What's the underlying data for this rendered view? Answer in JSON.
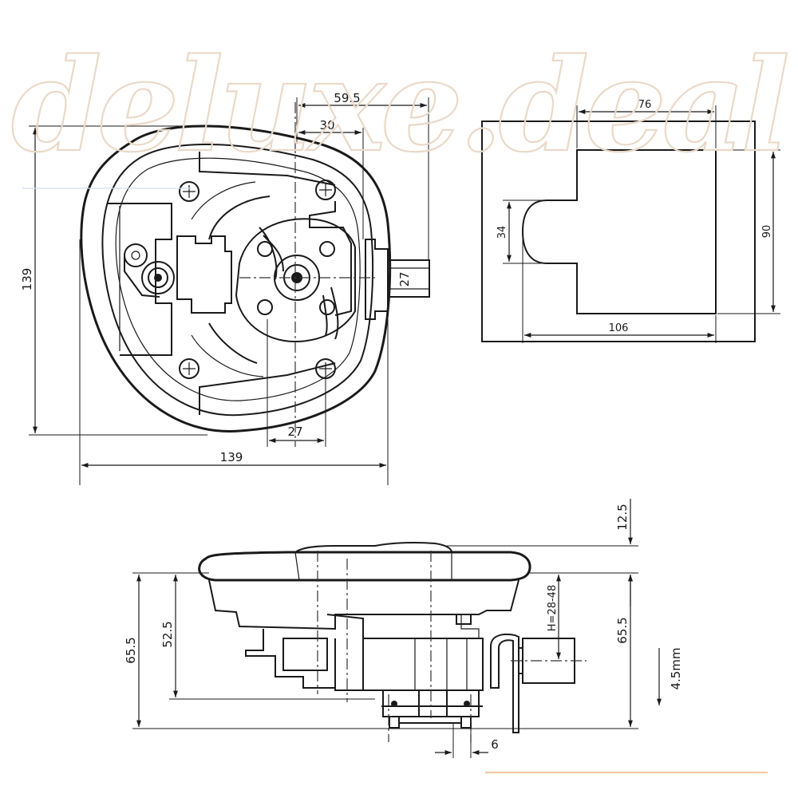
{
  "watermark": "deluxe.deal",
  "top_view": {
    "width": "139",
    "height": "139",
    "dim_59_5": "59.5",
    "dim_30": "30",
    "dim_27_bottom": "27",
    "dim_27_side": "27"
  },
  "cutout": {
    "top_width": "76",
    "bottom_width": "106",
    "height": "90",
    "notch_height": "34"
  },
  "side_view": {
    "top_offset": "12.5",
    "height_left": "65.5",
    "height_right": "65.5",
    "depth": "52.5",
    "panel_range": "H=28-48",
    "pin_width": "6",
    "travel": "4.5mm"
  }
}
